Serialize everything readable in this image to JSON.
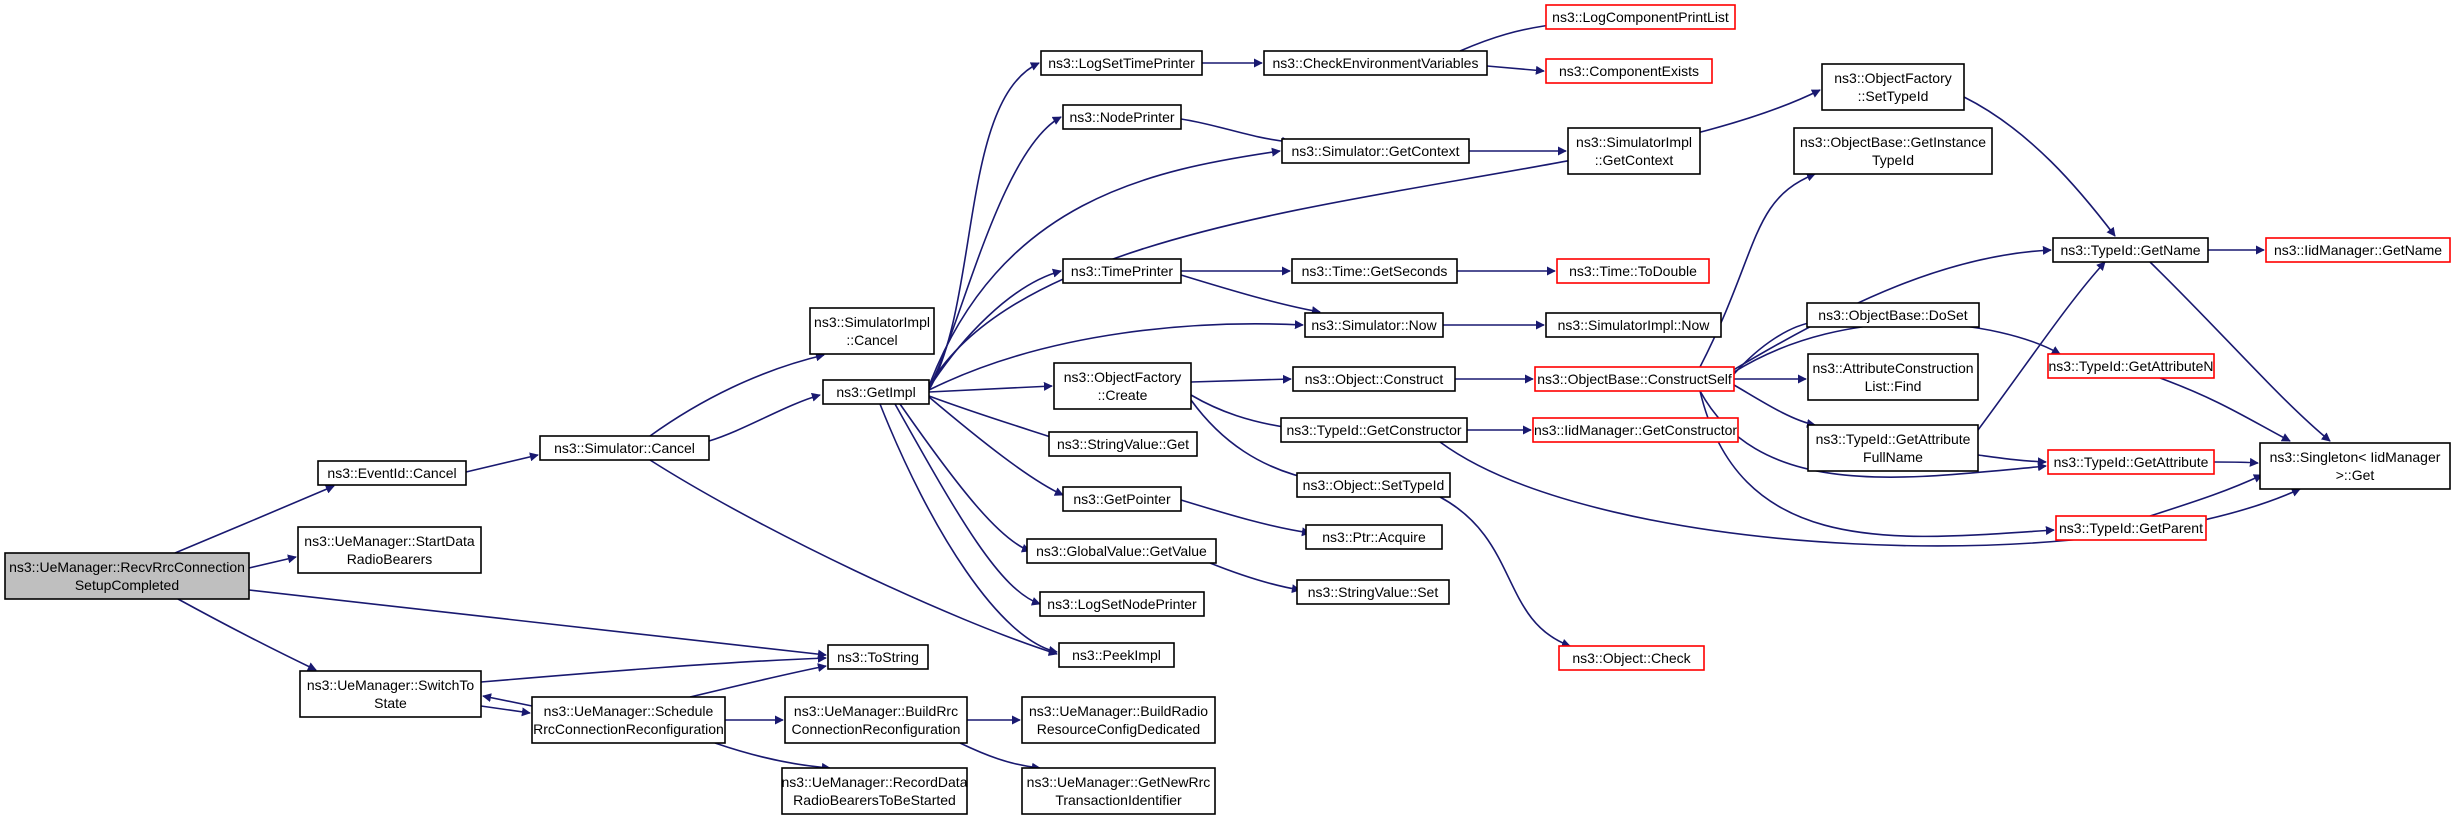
{
  "colors": {
    "edge": "#191970",
    "default_border": "#000000",
    "external_border": "#ff0000",
    "root_fill": "#bfbfbf"
  },
  "nodes": [
    {
      "id": "root",
      "lines": [
        "ns3::UeManager::RecvRrcConnection",
        "SetupCompleted"
      ],
      "style": "root"
    },
    {
      "id": "eventid_cancel",
      "lines": [
        "ns3::EventId::Cancel"
      ]
    },
    {
      "id": "start_data_rb",
      "lines": [
        "ns3::UeManager::StartData",
        "RadioBearers"
      ]
    },
    {
      "id": "switch_to_state",
      "lines": [
        "ns3::UeManager::SwitchTo",
        "State"
      ]
    },
    {
      "id": "sim_cancel",
      "lines": [
        "ns3::Simulator::Cancel"
      ]
    },
    {
      "id": "simimpl_cancel",
      "lines": [
        "ns3::SimulatorImpl",
        "::Cancel"
      ]
    },
    {
      "id": "get_impl",
      "lines": [
        "ns3::GetImpl"
      ]
    },
    {
      "id": "to_string",
      "lines": [
        "ns3::ToString"
      ]
    },
    {
      "id": "peek_impl",
      "lines": [
        "ns3::PeekImpl"
      ]
    },
    {
      "id": "schedule_rrc",
      "lines": [
        "ns3::UeManager::Schedule",
        "RrcConnectionReconfiguration"
      ]
    },
    {
      "id": "build_rrc",
      "lines": [
        "ns3::UeManager::BuildRrc",
        "ConnectionReconfiguration"
      ]
    },
    {
      "id": "record_data_rb",
      "lines": [
        "ns3::UeManager::RecordData",
        "RadioBearersToBeStarted"
      ]
    },
    {
      "id": "build_radio_res",
      "lines": [
        "ns3::UeManager::BuildRadio",
        "ResourceConfigDedicated"
      ]
    },
    {
      "id": "get_new_rrc",
      "lines": [
        "ns3::UeManager::GetNewRrc",
        "TransactionIdentifier"
      ]
    },
    {
      "id": "log_set_time_printer",
      "lines": [
        "ns3::LogSetTimePrinter"
      ]
    },
    {
      "id": "node_printer",
      "lines": [
        "ns3::NodePrinter"
      ]
    },
    {
      "id": "time_printer",
      "lines": [
        "ns3::TimePrinter"
      ]
    },
    {
      "id": "objfactory_create",
      "lines": [
        "ns3::ObjectFactory",
        "::Create"
      ]
    },
    {
      "id": "stringvalue_get",
      "lines": [
        "ns3::StringValue::Get"
      ]
    },
    {
      "id": "get_pointer",
      "lines": [
        "ns3::GetPointer"
      ]
    },
    {
      "id": "globalvalue_getvalue",
      "lines": [
        "ns3::GlobalValue::GetValue"
      ]
    },
    {
      "id": "log_set_node_printer",
      "lines": [
        "ns3::LogSetNodePrinter"
      ]
    },
    {
      "id": "check_env_vars",
      "lines": [
        "ns3::CheckEnvironmentVariables"
      ]
    },
    {
      "id": "sim_get_context",
      "lines": [
        "ns3::Simulator::GetContext"
      ]
    },
    {
      "id": "time_get_seconds",
      "lines": [
        "ns3::Time::GetSeconds"
      ]
    },
    {
      "id": "sim_now",
      "lines": [
        "ns3::Simulator::Now"
      ]
    },
    {
      "id": "object_construct",
      "lines": [
        "ns3::Object::Construct"
      ]
    },
    {
      "id": "typeid_get_constructor",
      "lines": [
        "ns3::TypeId::GetConstructor"
      ]
    },
    {
      "id": "object_set_typeid",
      "lines": [
        "ns3::Object::SetTypeId"
      ]
    },
    {
      "id": "ptr_acquire",
      "lines": [
        "ns3::Ptr::Acquire"
      ]
    },
    {
      "id": "stringvalue_set",
      "lines": [
        "ns3::StringValue::Set"
      ]
    },
    {
      "id": "log_component_print_list",
      "lines": [
        "ns3::LogComponentPrintList"
      ],
      "style": "red"
    },
    {
      "id": "component_exists",
      "lines": [
        "ns3::ComponentExists"
      ],
      "style": "red"
    },
    {
      "id": "simimpl_get_context",
      "lines": [
        "ns3::SimulatorImpl",
        "::GetContext"
      ]
    },
    {
      "id": "time_to_double",
      "lines": [
        "ns3::Time::ToDouble"
      ],
      "style": "red"
    },
    {
      "id": "simimpl_now",
      "lines": [
        "ns3::SimulatorImpl::Now"
      ]
    },
    {
      "id": "objbase_construct_self",
      "lines": [
        "ns3::ObjectBase::ConstructSelf"
      ],
      "style": "red"
    },
    {
      "id": "iidmanager_get_constructor",
      "lines": [
        "ns3::IidManager::GetConstructor"
      ],
      "style": "red"
    },
    {
      "id": "object_check",
      "lines": [
        "ns3::Object::Check"
      ],
      "style": "red"
    },
    {
      "id": "objfactory_set_typeid",
      "lines": [
        "ns3::ObjectFactory",
        "::SetTypeId"
      ]
    },
    {
      "id": "objbase_get_instance_typeid",
      "lines": [
        "ns3::ObjectBase::GetInstance",
        "TypeId"
      ]
    },
    {
      "id": "objbase_doset",
      "lines": [
        "ns3::ObjectBase::DoSet"
      ]
    },
    {
      "id": "attr_construction_list_find",
      "lines": [
        "ns3::AttributeConstruction",
        "List::Find"
      ]
    },
    {
      "id": "typeid_get_attribute_fullname",
      "lines": [
        "ns3::TypeId::GetAttribute",
        "FullName"
      ]
    },
    {
      "id": "typeid_get_name",
      "lines": [
        "ns3::TypeId::GetName"
      ]
    },
    {
      "id": "typeid_get_attribute_n",
      "lines": [
        "ns3::TypeId::GetAttributeN"
      ],
      "style": "red"
    },
    {
      "id": "typeid_get_attribute",
      "lines": [
        "ns3::TypeId::GetAttribute"
      ],
      "style": "red"
    },
    {
      "id": "typeid_get_parent",
      "lines": [
        "ns3::TypeId::GetParent"
      ],
      "style": "red"
    },
    {
      "id": "iidmanager_get_name",
      "lines": [
        "ns3::IidManager::GetName"
      ],
      "style": "red"
    },
    {
      "id": "singleton_get",
      "lines": [
        "ns3::Singleton< IidManager",
        " >::Get"
      ]
    }
  ]
}
